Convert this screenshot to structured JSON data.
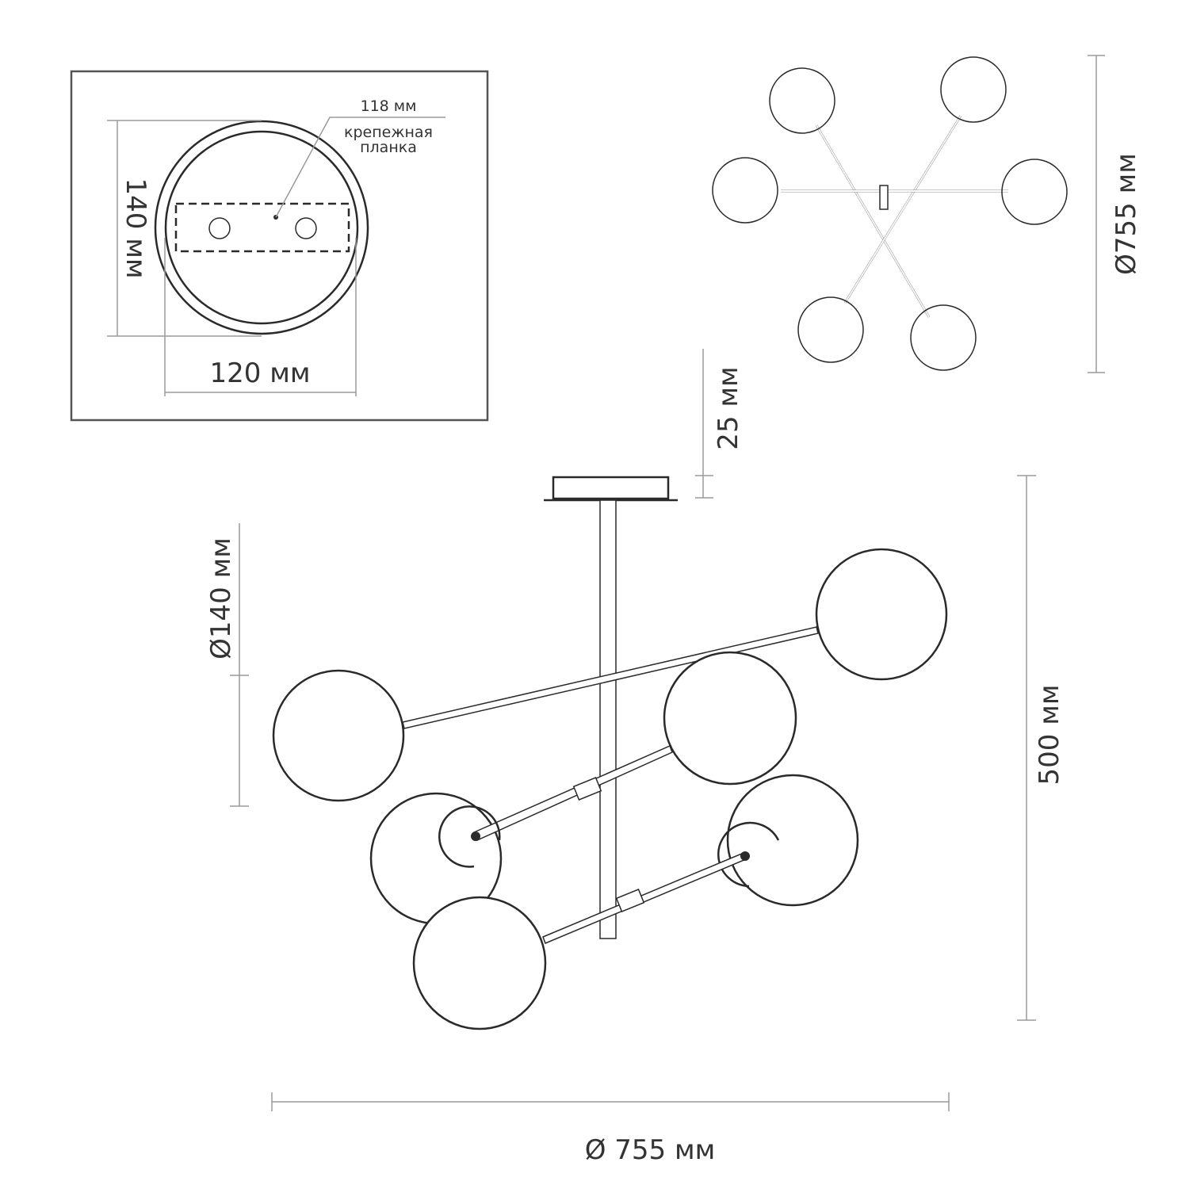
{
  "mount_detail": {
    "bracket_size": "118 мм",
    "bracket_label_line1": "крепежная",
    "bracket_label_line2": "планка",
    "height": "140 мм",
    "width": "120 мм"
  },
  "top_view": {
    "diameter": "Ø755 мм"
  },
  "side_view": {
    "canopy_height": "25 мм",
    "globe_diameter": "Ø140 мм",
    "total_height": "500 мм",
    "total_diameter": "Ø 755 мм"
  },
  "colors": {
    "line": "#2a2a2a",
    "dimension": "#9a9a9a"
  }
}
